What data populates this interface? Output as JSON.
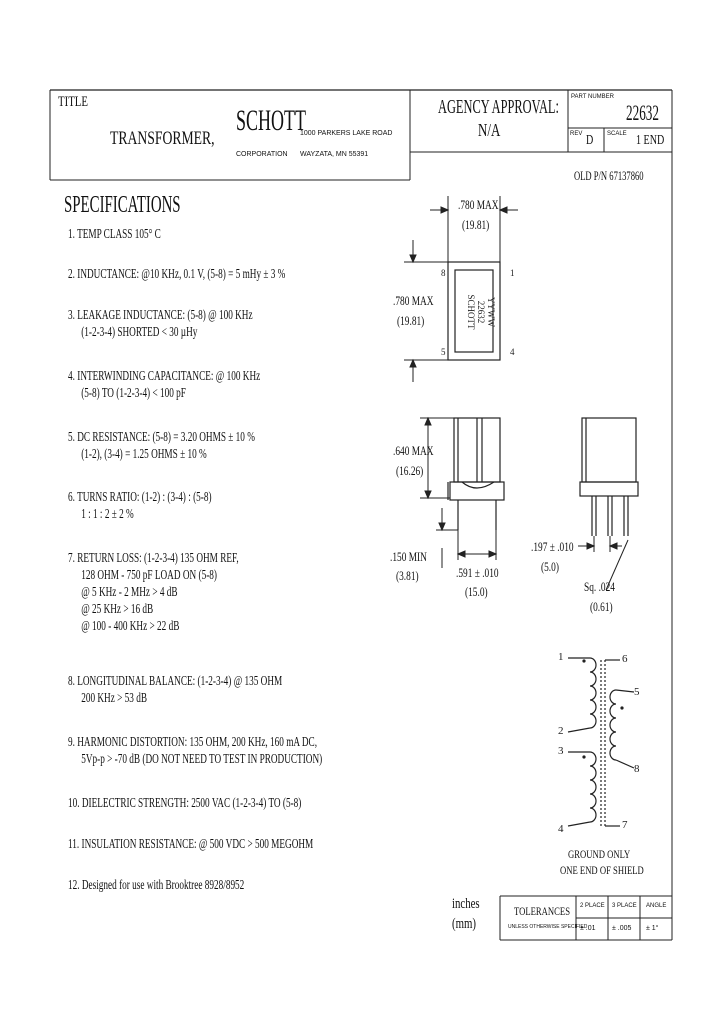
{
  "title_block": {
    "title_label": "TITLE",
    "title": "TRANSFORMER,",
    "company_logo": "SCHOTT",
    "corporation": "CORPORATION",
    "address_line1": "1000 PARKERS LAKE ROAD",
    "address_line2": "WAYZATA, MN 55391",
    "agency_label": "AGENCY APPROVAL:",
    "agency_value": "N/A",
    "part_no_label": "PART NUMBER",
    "part_no": "22632",
    "rev_label": "REV",
    "rev": "D",
    "scale_label": "SCALE",
    "scale": "1 END"
  },
  "old_pn": "OLD P/N 67137860",
  "specifications": {
    "heading": "SPECIFICATIONS",
    "items": [
      {
        "lines": [
          "1. TEMP CLASS 105° C"
        ]
      },
      {
        "lines": [
          "2. INDUCTANCE: @10 KHz, 0.1 V, (5-8) = 5 mHy ± 3 %"
        ]
      },
      {
        "lines": [
          "3. LEAKAGE INDUCTANCE: (5-8) @ 100 KHz",
          "(1-2-3-4) SHORTED < 30 µHy"
        ]
      },
      {
        "lines": [
          "4. INTERWINDING CAPACITANCE: @ 100 KHz",
          "(5-8) TO (1-2-3-4) < 100 pF"
        ]
      },
      {
        "lines": [
          "5. DC RESISTANCE: (5-8) = 3.20 OHMS ± 10 %",
          "(1-2), (3-4) = 1.25 OHMS ± 10 %"
        ]
      },
      {
        "lines": [
          "6. TURNS RATIO: (1-2) : (3-4) : (5-8)",
          "1 : 1 : 2 ± 2 %"
        ]
      },
      {
        "lines": [
          "7. RETURN LOSS: (1-2-3-4) 135 OHM REF,",
          "128 OHM - 750 pF LOAD ON (5-8)",
          "@ 5 KHz - 2 MHz > 4 dB",
          "@ 25 KHz > 16 dB",
          "@ 100 - 400 KHz > 22 dB"
        ]
      },
      {
        "lines": [
          "8. LONGITUDINAL BALANCE: (1-2-3-4) @ 135 OHM",
          "200 KHz > 53 dB"
        ]
      },
      {
        "lines": [
          "9. HARMONIC DISTORTION: 135 OHM, 200 KHz, 160 mA DC,",
          "5Vp-p > -70 dB (DO NOT NEED TO TEST IN PRODUCTION)"
        ]
      },
      {
        "lines": [
          "10. DIELECTRIC STRENGTH: 2500 VAC (1-2-3-4) TO (5-8)"
        ]
      },
      {
        "lines": [
          "11. INSULATION RESISTANCE: @ 500 VDC > 500 MEGOHM"
        ]
      },
      {
        "lines": [
          "12. Designed for use with Brooktree 8928/8952"
        ]
      }
    ]
  },
  "drawing": {
    "top_width": ".780 MAX",
    "top_width_mm": "(19.81)",
    "side_height": ".780 MAX",
    "side_height_mm": "(19.81)",
    "body_height": ".640 MAX",
    "body_height_mm": "(16.26)",
    "standoff": ".150 MIN",
    "standoff_mm": "(3.81)",
    "pin_spacing": ".591 ± .010",
    "pin_spacing_mm": "(15.0)",
    "pin_pitch": ".197 ± .010",
    "pin_pitch_mm": "(5.0)",
    "pin_size": "Sq. .024",
    "pin_size_mm": "(0.61)",
    "part_marking": [
      "SCHOTT",
      "22632",
      "YYWW"
    ],
    "pin_labels_top": {
      "p8": "8",
      "p1": "1",
      "p5": "5",
      "p4": "4"
    }
  },
  "schematic": {
    "pins_left": [
      "1",
      "2",
      "3",
      "4"
    ],
    "pins_right": [
      "6",
      "5",
      "8",
      "7"
    ],
    "note_line1": "GROUND ONLY",
    "note_line2": "ONE END OF SHIELD"
  },
  "tolerances": {
    "units_line1": "inches",
    "units_line2": "(mm)",
    "label": "TOLERANCES",
    "sublabel": "UNLESS OTHERWISE SPECIFIED",
    "col1_head": "2 PLACE",
    "col2_head": "3 PLACE",
    "col3_head": "ANGLE",
    "col1_val": "± .01",
    "col2_val": "± .005",
    "col3_val": "± 1°"
  }
}
